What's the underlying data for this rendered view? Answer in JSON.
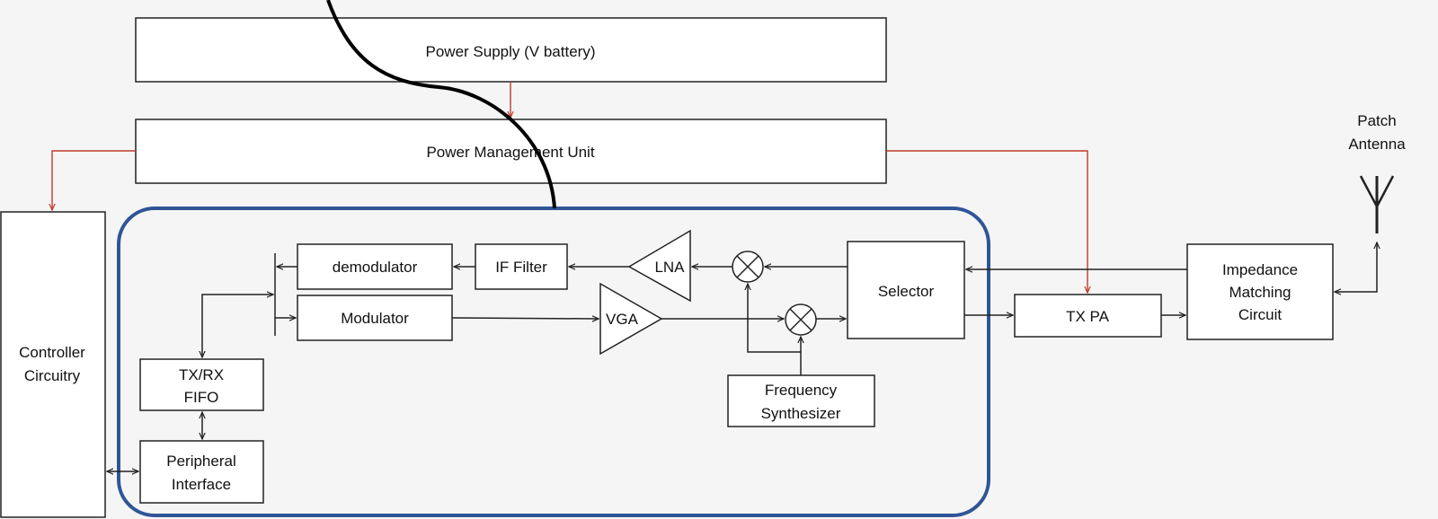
{
  "blocks": {
    "power_supply": "Power Supply (V battery)",
    "pmu": "Power Management Unit",
    "controller": [
      "Controller",
      "Circuitry"
    ],
    "demodulator": "demodulator",
    "if_filter": "IF Filter",
    "lna": "LNA",
    "modulator": "Modulator",
    "vga": "VGA",
    "selector": "Selector",
    "fifo": [
      "TX/RX",
      "FIFO"
    ],
    "peripheral": [
      "Peripheral",
      "Interface"
    ],
    "freq_synth": [
      "Frequency",
      "Synthesizer"
    ],
    "tx_pa": "TX PA",
    "impedance": [
      "Impedance",
      "Matching",
      "Circuit"
    ],
    "antenna": [
      "Patch",
      "Antenna"
    ]
  },
  "colors": {
    "background": "#f5f5f5",
    "line": "#222222",
    "power_line": "#c0392b",
    "transceiver_border": "#2f5597"
  }
}
